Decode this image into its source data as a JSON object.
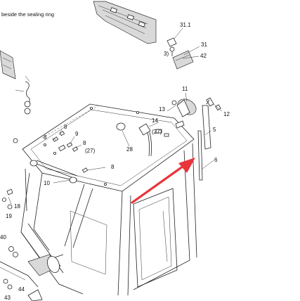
{
  "header": {
    "note": "beside the sealing ring"
  },
  "callouts": [
    {
      "id": "c31_1",
      "text": "31.1"
    },
    {
      "id": "c31",
      "text": "31"
    },
    {
      "id": "c3",
      "text": "3)"
    },
    {
      "id": "c42",
      "text": "42"
    },
    {
      "id": "c11",
      "text": "11"
    },
    {
      "id": "c13",
      "text": "13"
    },
    {
      "id": "c12",
      "text": "12"
    },
    {
      "id": "c14",
      "text": "14"
    },
    {
      "id": "c27a",
      "text": "(27)"
    },
    {
      "id": "c5",
      "text": "5"
    },
    {
      "id": "c6",
      "text": "6"
    },
    {
      "id": "c28",
      "text": "28"
    },
    {
      "id": "c8a",
      "text": "8"
    },
    {
      "id": "c8b",
      "text": "8"
    },
    {
      "id": "c9",
      "text": "9"
    },
    {
      "id": "c8c",
      "text": "8"
    },
    {
      "id": "c27b",
      "text": "(27)"
    },
    {
      "id": "c8d",
      "text": "8"
    },
    {
      "id": "c10",
      "text": "10"
    },
    {
      "id": "c18",
      "text": "18"
    },
    {
      "id": "c19",
      "text": "19"
    },
    {
      "id": "c40",
      "text": "40"
    },
    {
      "id": "c44",
      "text": "44"
    },
    {
      "id": "c43",
      "text": "43"
    }
  ],
  "colors": {
    "arrow": "#e8343a",
    "line": "#222222",
    "fill_gray": "#d9d9d9"
  }
}
